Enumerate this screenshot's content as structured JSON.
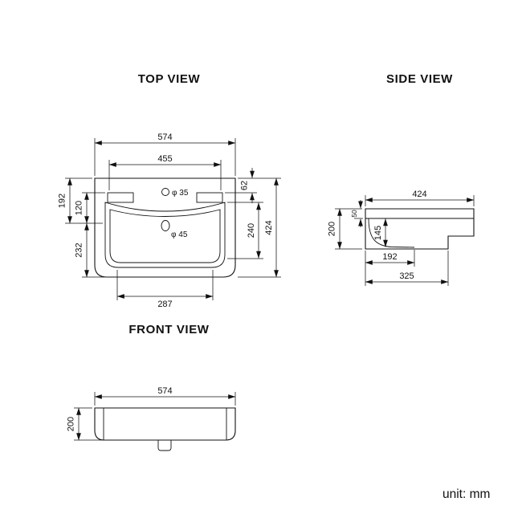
{
  "page": {
    "unit_label": "unit: mm"
  },
  "top_view": {
    "title": "TOP VIEW",
    "dims": {
      "overall_width": "574",
      "inner_width": "455",
      "deck_depth": "62",
      "back_to_drain": "192",
      "deck_to_drain": "120",
      "drain_to_front": "232",
      "bowl_depth": "240",
      "overall_depth": "424",
      "bottom_width": "287",
      "faucet_hole": "φ 35",
      "drain_hole": "φ 45"
    }
  },
  "side_view": {
    "title": "SIDE VIEW",
    "dims": {
      "overall_depth": "424",
      "rim_height": "50",
      "overall_height": "200",
      "bowl_height": "145",
      "bowl_depth": "192",
      "base_depth": "325"
    }
  },
  "front_view": {
    "title": "FRONT VIEW",
    "dims": {
      "overall_width": "574",
      "overall_height": "200"
    }
  }
}
